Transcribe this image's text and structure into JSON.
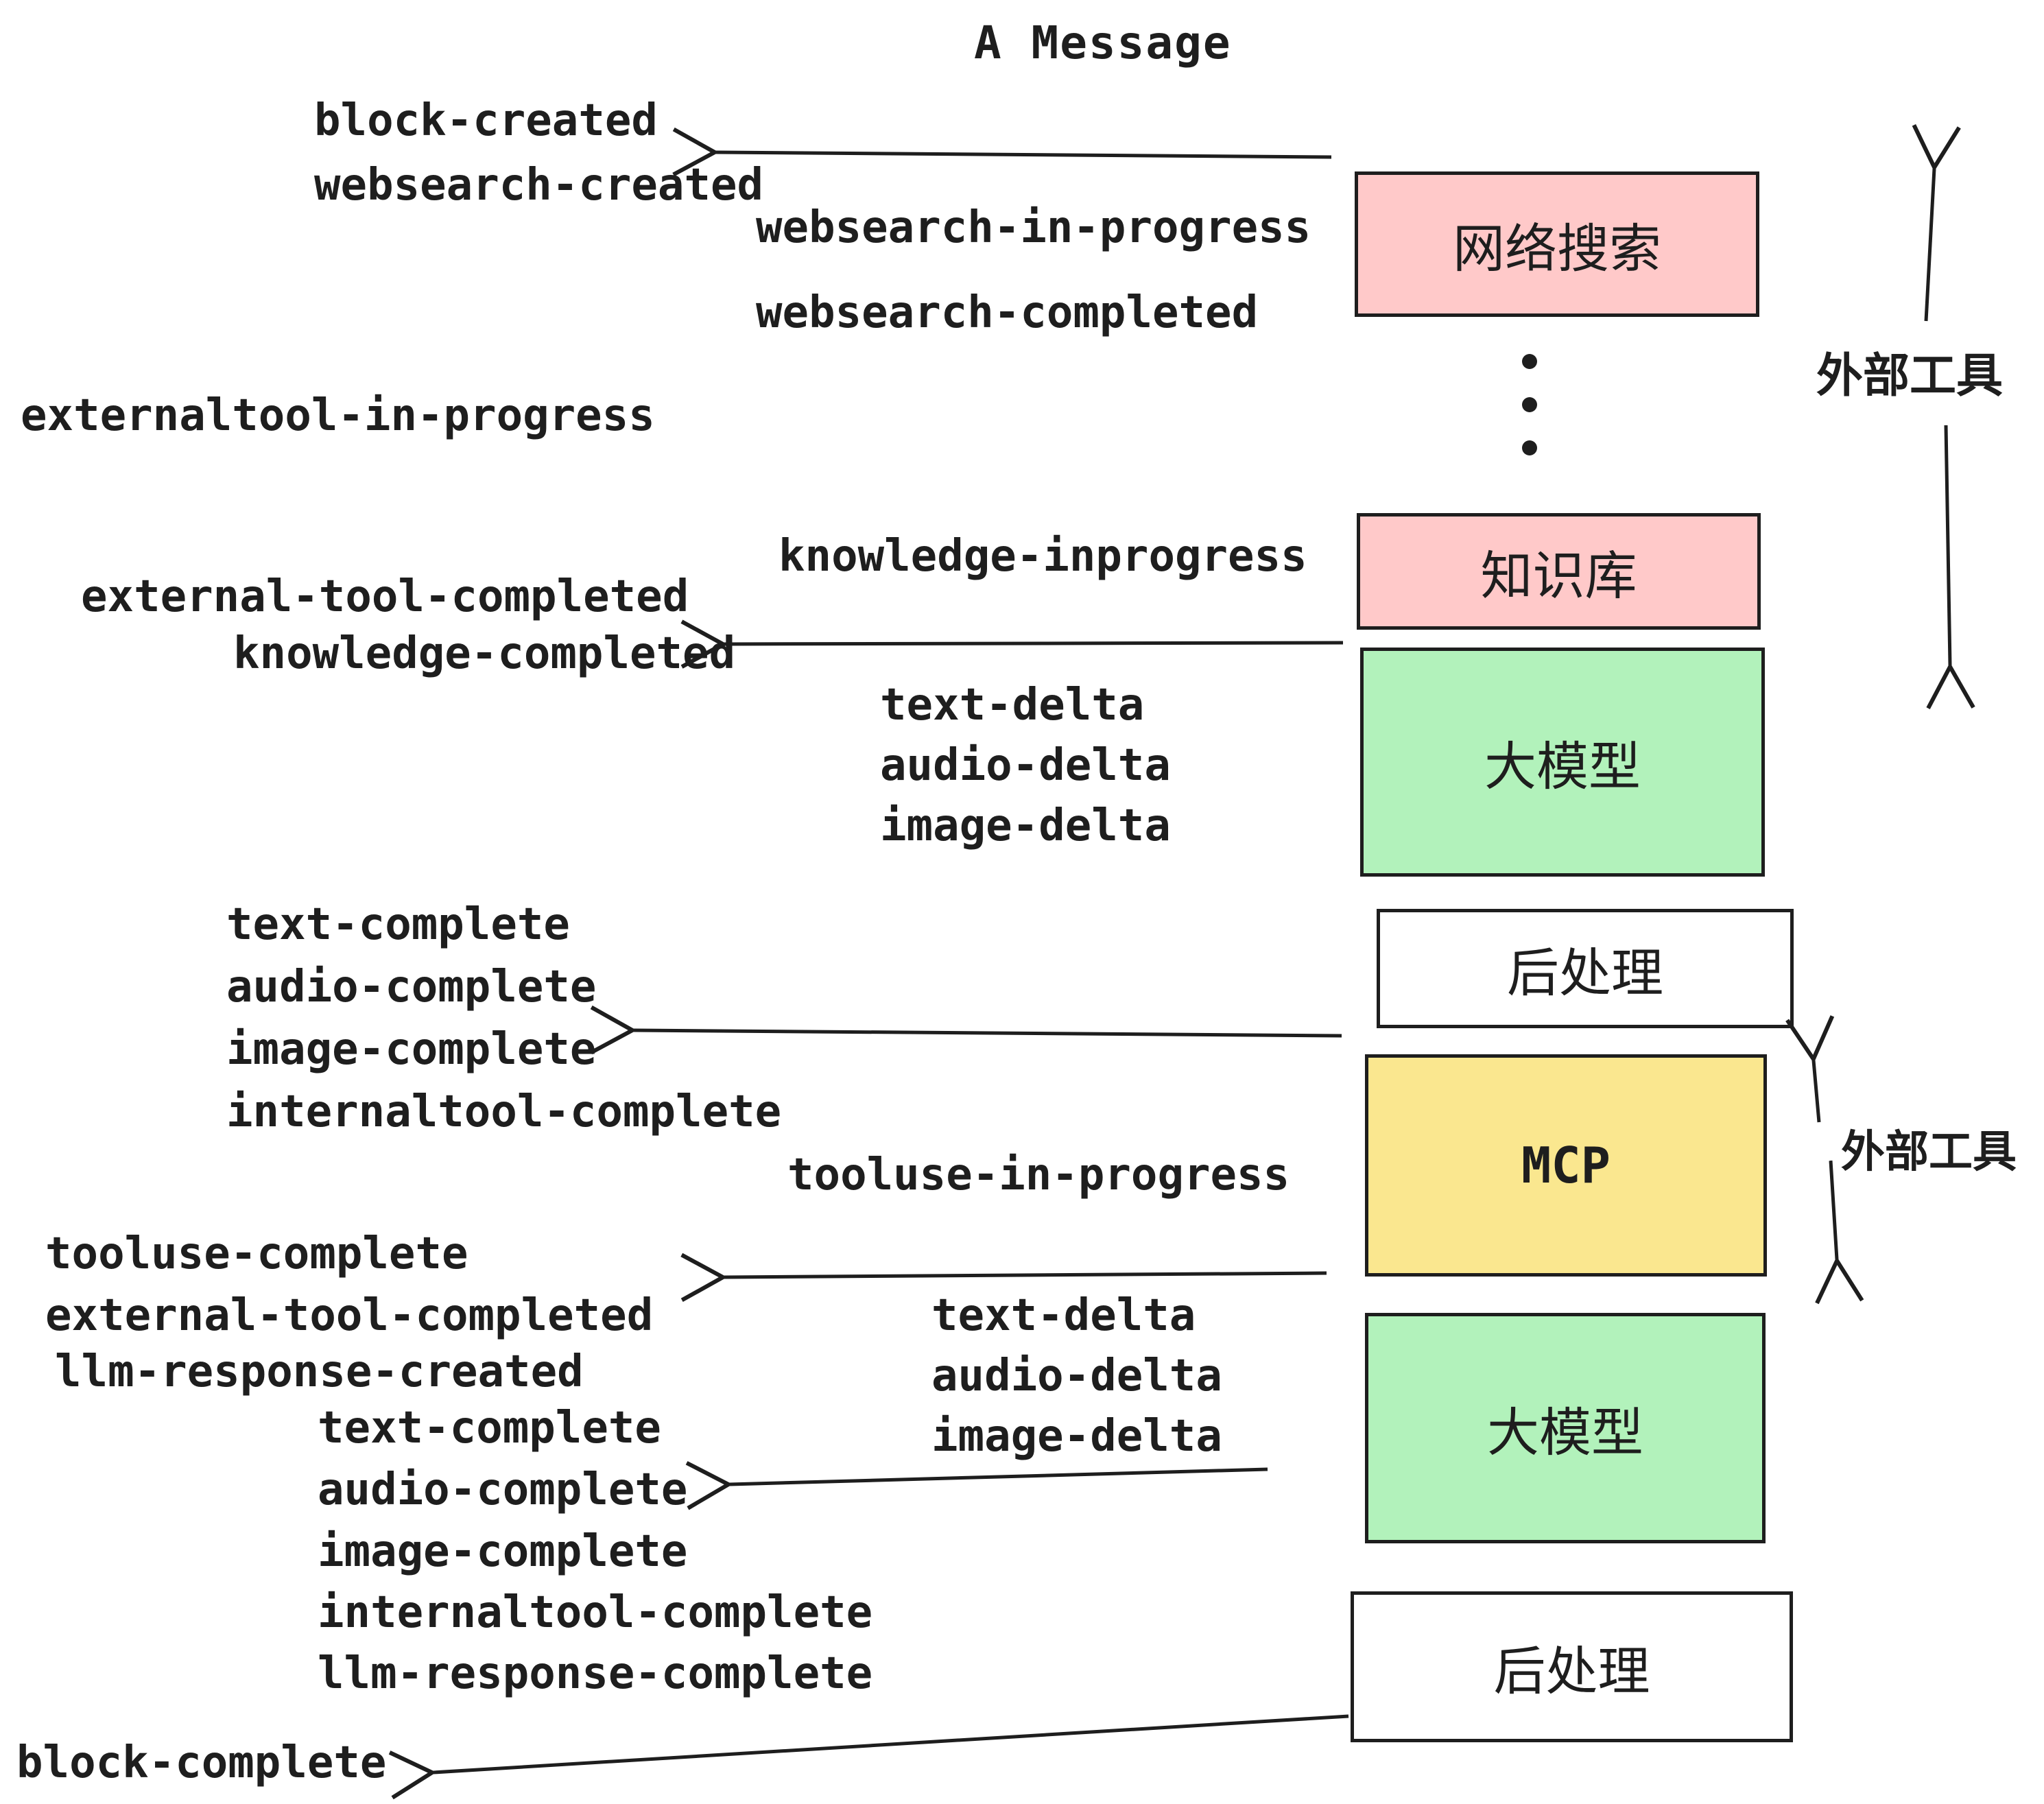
{
  "title": "A Message",
  "events": [
    {
      "text": "block-created"
    },
    {
      "text": "websearch-created"
    },
    {
      "text": "websearch-in-progress"
    },
    {
      "text": "websearch-completed"
    },
    {
      "text": "externaltool-in-progress"
    },
    {
      "text": "knowledge-inprogress"
    },
    {
      "text": "external-tool-completed"
    },
    {
      "text": "knowledge-completed"
    },
    {
      "text": "text-delta"
    },
    {
      "text": "audio-delta"
    },
    {
      "text": "image-delta"
    },
    {
      "text": "text-complete"
    },
    {
      "text": "audio-complete"
    },
    {
      "text": "image-complete"
    },
    {
      "text": "internaltool-complete"
    },
    {
      "text": "tooluse-in-progress"
    },
    {
      "text": "tooluse-complete"
    },
    {
      "text": "external-tool-completed"
    },
    {
      "text": "llm-response-created"
    },
    {
      "text": "text-delta"
    },
    {
      "text": "audio-delta"
    },
    {
      "text": "image-delta"
    },
    {
      "text": "text-complete"
    },
    {
      "text": "audio-complete"
    },
    {
      "text": "image-complete"
    },
    {
      "text": "internaltool-complete"
    },
    {
      "text": "llm-response-complete"
    },
    {
      "text": "block-complete"
    }
  ],
  "boxes": [
    {
      "label": "网络搜索",
      "fill": "#ffc9c9"
    },
    {
      "label": "知识库",
      "fill": "#ffc9c9"
    },
    {
      "label": "大模型",
      "fill": "#b2f2bb"
    },
    {
      "label": "后处理",
      "fill": "#ffffff"
    },
    {
      "label": "MCP",
      "fill": "#fae78f"
    },
    {
      "label": "大模型",
      "fill": "#b2f2bb"
    },
    {
      "label": "后处理",
      "fill": "#ffffff"
    }
  ],
  "side_annotations": [
    {
      "label": "外部工具"
    },
    {
      "label": "外部工具"
    }
  ],
  "icons": {
    "dots": "vertical-ellipsis-icon"
  },
  "colors": {
    "ink": "#1e1e1e",
    "pink": "#ffc9c9",
    "green": "#b2f2bb",
    "yellow": "#fae78f",
    "white": "#ffffff",
    "background": "#ffffff"
  }
}
